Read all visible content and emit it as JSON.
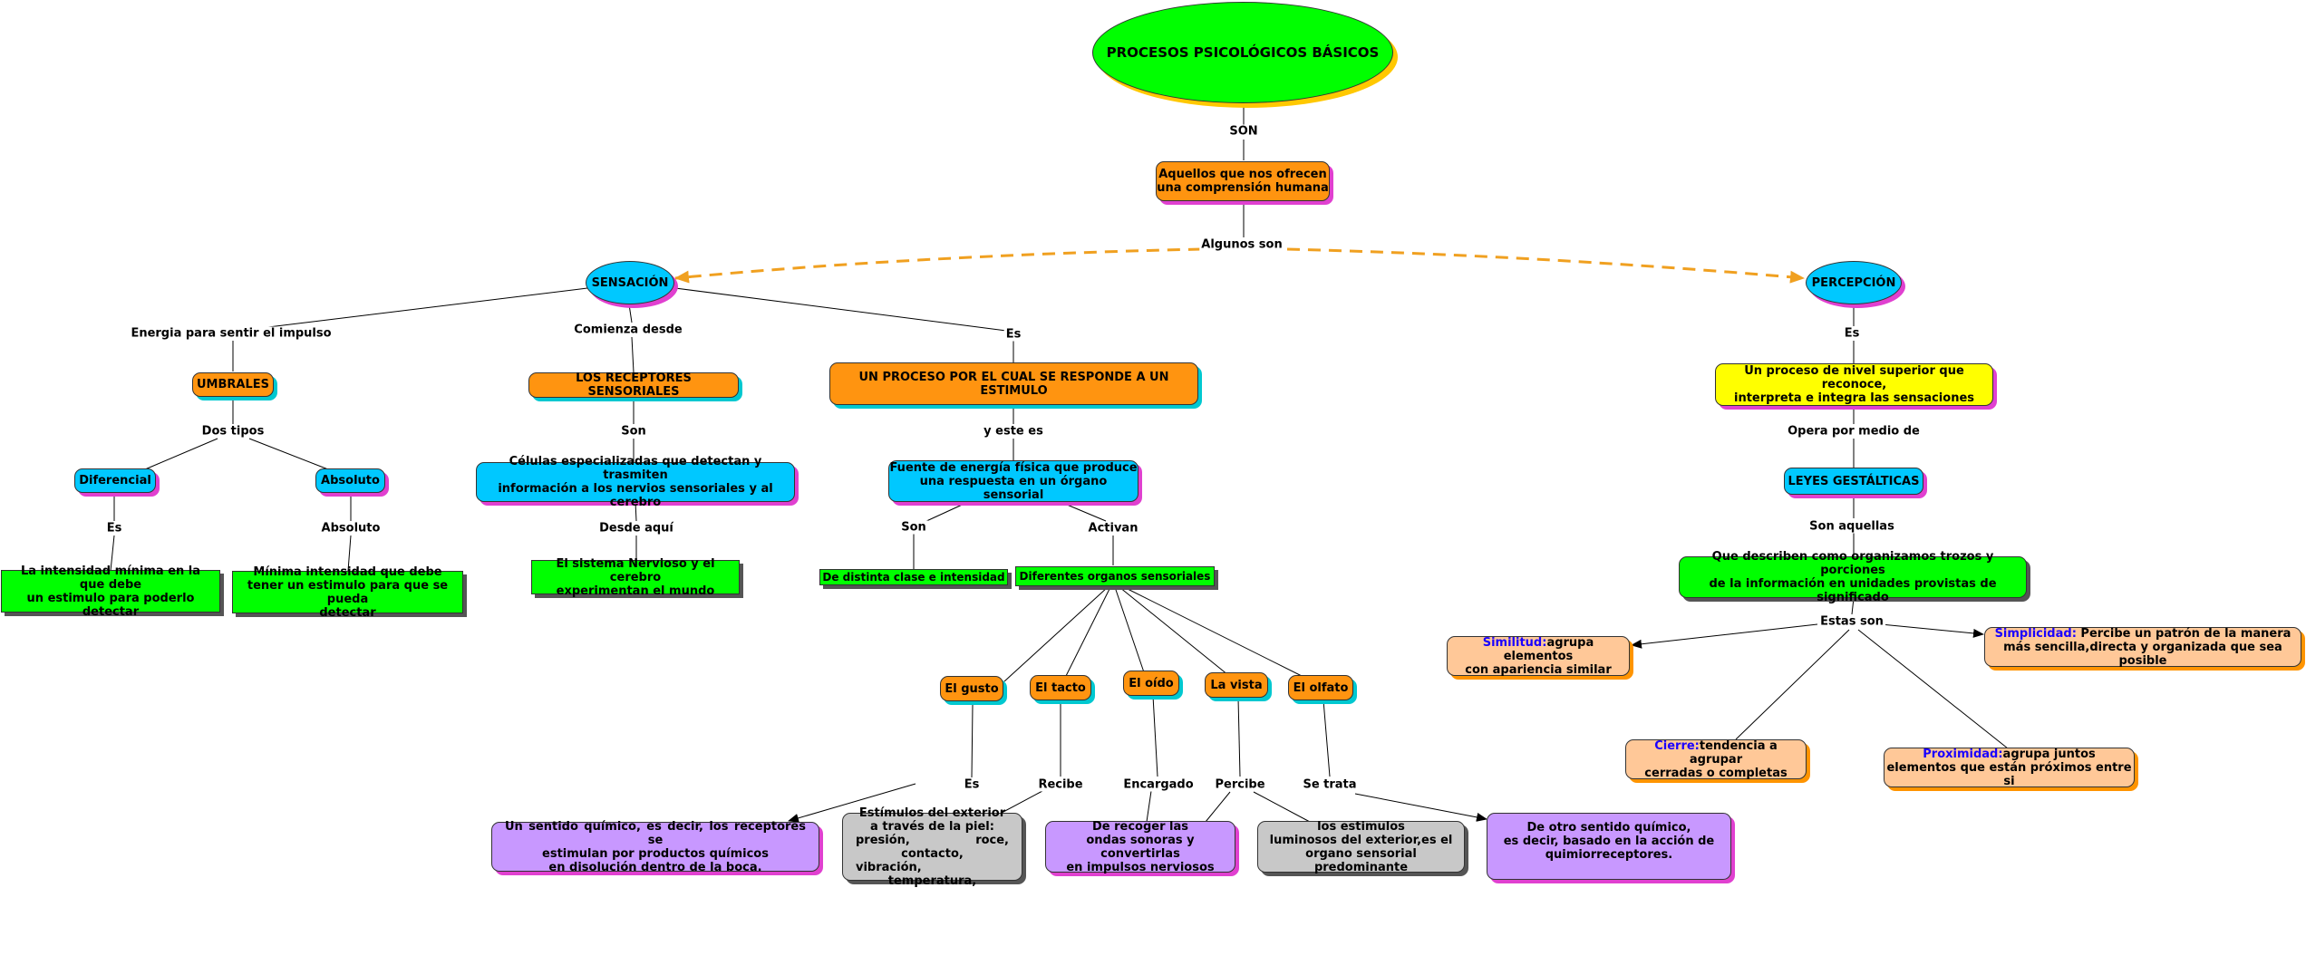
{
  "colors": {
    "green": "#00ff00",
    "orange": "#ff9410",
    "cyan": "#00c8ff",
    "yellow": "#ffff00",
    "peach": "#ffc898",
    "purple": "#c898ff",
    "gray": "#c8c8c8",
    "dashed_link": "#f0a020",
    "keyword_blue": "#1a00ff"
  },
  "nodes": {
    "root": "PROCESOS PSICOLÓGICOS BÁSICOS",
    "aquellos": "Aquellos que nos ofrecen\nuna comprensión humana",
    "sensacion": "SENSACIÓN",
    "percepcion": "PERCEPCIÓN",
    "umbrales": "UMBRALES",
    "receptores": "LOS RECEPTORES SENSORIALES",
    "proceso": "UN PROCESO POR EL CUAL SE RESPONDE A UN ESTIMULO",
    "diferencial": "Diferencial",
    "absoluto": "Absoluto",
    "intensidad_minima": "La intensidad mínima en la\nque debe\nun estimulo para poderlo detectar",
    "minima_intensidad": "Mínima intensidad que debe\ntener un estimulo para que se pueda\ndetectar",
    "celulas": "Células especializadas que detectan y trasmiten\ninformación a los nervios sensoriales y al cerebro",
    "sistema": "El sistema Nervioso y el cerebro\nexperimentan el mundo",
    "fuente": "Fuente de energía física que produce\nuna respuesta en un órgano sensorial",
    "distinta": "De distinta clase e intensidad",
    "organos": "Diferentes organos sensoriales",
    "gusto": "El gusto",
    "tacto": "El tacto",
    "oido": "El oído",
    "vista": "La vista",
    "olfato": "El olfato",
    "quimico_boca": "Un sentido químico, es decir, los receptores se\nestimulan por productos químicos\nen disolución dentro de la boca.",
    "estimulos_piel": "Estímulos del exterior\na través de la piel:\npresión, roce, contacto,\nvibración, temperatura,",
    "recoger_ondas": "De recoger las\nondas sonoras y convertirlas\nen impulsos nerviosos",
    "estimulos_luminosos": "los estimulos\nluminosos del exterior,es el\norgano sensorial predominante",
    "otro_quimico": "De otro sentido químico,\nes decir, basado en la acción de\nquimiorreceptores.",
    "proceso_superior": "Un proceso de nivel superior que reconoce,\ninterpreta e integra las sensaciones",
    "leyes": "LEYES GESTÁLTICAS",
    "describen": "Que describen como organizamos trozos y porciones\nde la información en unidades provistas de significado",
    "similitud": {
      "key": "Similitud:",
      "text": "agrupa elementos\ncon apariencia similar"
    },
    "simplicidad": {
      "key": "Simplicidad:",
      "text": " Percibe un patrón de la manera\nmás sencilla,directa y organizada que sea posible"
    },
    "cierre": {
      "key": "Cierre:",
      "text": "tendencia a agrupar\ncerradas o completas"
    },
    "proximidad": {
      "key": "Proximidad:",
      "text": "agrupa juntos\nelementos que están próximos entre si"
    }
  },
  "links": {
    "son": "SON",
    "algunos_son": "Algunos son",
    "energia": "Energia para sentir el impulso",
    "comienza": "Comienza desde",
    "es_sensacion": "Es",
    "dos_tipos": "Dos tipos",
    "es_diferencial": "Es",
    "absoluto_link": "Absoluto",
    "son_receptores": "Son",
    "desde_aqui": "Desde aquí",
    "y_este_es": "y este es",
    "son_fuente": "Son",
    "activan": "Activan",
    "es_gusto": "Es",
    "recibe": "Recibe",
    "encargado": "Encargado",
    "percibe": "Percibe",
    "se_trata": "Se trata",
    "es_percepcion": "Es",
    "opera": "Opera por medio de",
    "son_aquellas": "Son aquellas",
    "estas_son": "Estas son"
  }
}
